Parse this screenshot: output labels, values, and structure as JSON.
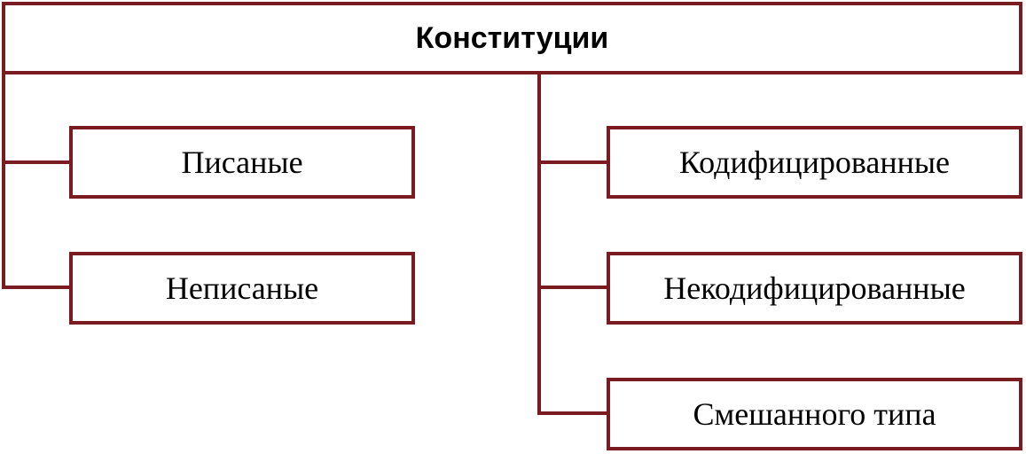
{
  "diagram": {
    "title": "Конституции",
    "left_branch": [
      {
        "label": "Писаные"
      },
      {
        "label": "Неписаные"
      }
    ],
    "right_branch": [
      {
        "label": "Кодифицированные"
      },
      {
        "label": "Некодифицированные"
      },
      {
        "label": "Смешанного типа"
      }
    ],
    "line_color": "#7a1b22"
  }
}
